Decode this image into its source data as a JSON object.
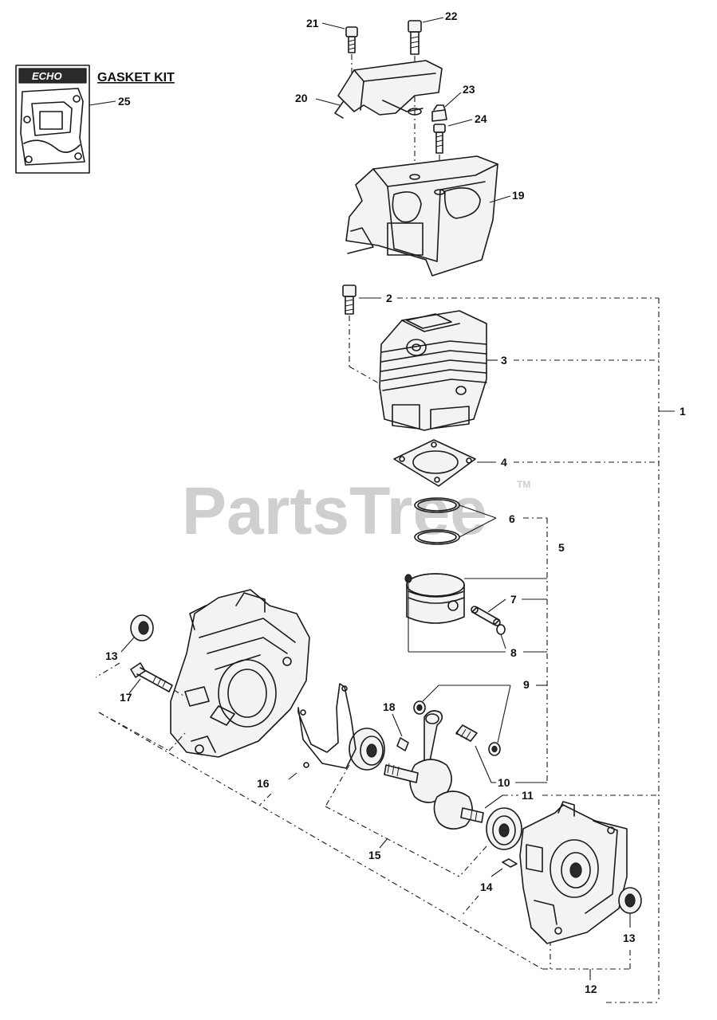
{
  "watermark": {
    "text": "PartsTree",
    "tm": "TM"
  },
  "gasket_kit": {
    "title": "GASKET KIT",
    "logo": "ECHO",
    "part_number": "25"
  },
  "callouts": {
    "c1": "1",
    "c2": "2",
    "c3": "3",
    "c4": "4",
    "c5": "5",
    "c6": "6",
    "c7": "7",
    "c8": "8",
    "c9": "9",
    "c10": "10",
    "c11": "11",
    "c12": "12",
    "c13a": "13",
    "c13b": "13",
    "c14": "14",
    "c15": "15",
    "c16": "16",
    "c17": "17",
    "c18": "18",
    "c19": "19",
    "c20": "20",
    "c21": "21",
    "c22": "22",
    "c23": "23",
    "c24": "24"
  }
}
